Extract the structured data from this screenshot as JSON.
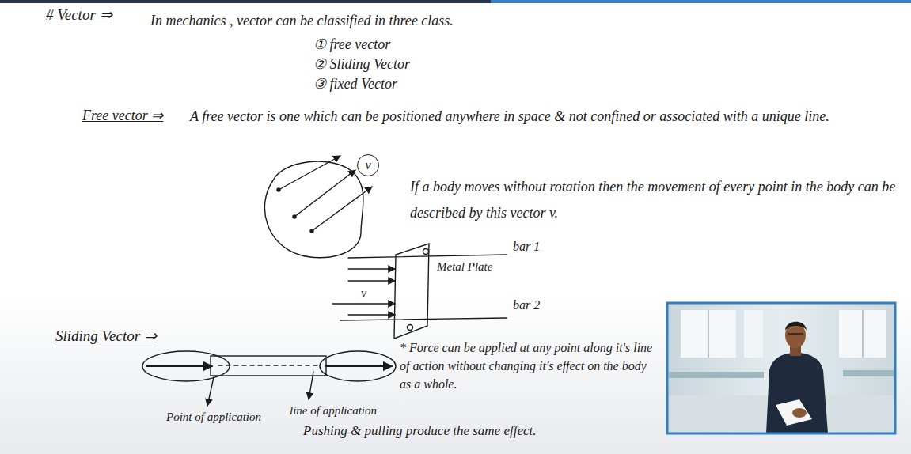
{
  "diagram": {
    "nodes": [
      {
        "text": [
          "v"
        ]
      }
    ],
    "labels": [
      "# Vector ⇒",
      "In mechanics , vector can be classified in three class.",
      "① free vector",
      "② Sliding Vector",
      "③ fixed Vector",
      "Free vector ⇒",
      "A free vector is one which can be positioned anywhere in space & not confined or associated with a unique line.",
      "If a body moves without rotation then the movement of every point in the body can be described by this vector v.",
      "bar 1",
      "Metal Plate",
      "v",
      "bar 2",
      "Sliding Vector ⇒",
      "* Force can be applied at any point along it's line of action without changing it's effect on the body as a whole.",
      "Point of application",
      "line of application",
      "Pushing & pulling produce the same effect."
    ]
  }
}
